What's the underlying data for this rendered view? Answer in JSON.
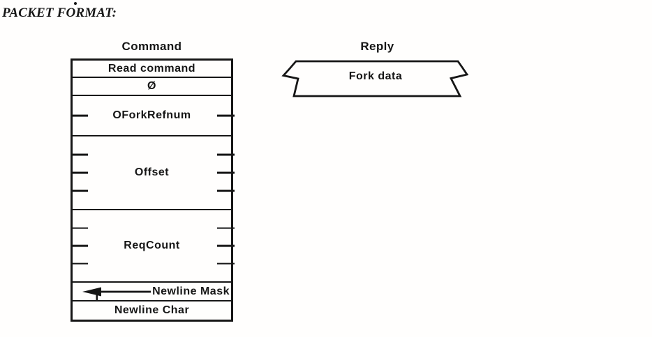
{
  "page": {
    "title": "PACKET FORMAT:"
  },
  "command": {
    "header": "Command",
    "rows": [
      {
        "label": "Read command",
        "ticks_per_side": 0
      },
      {
        "label": "Ø",
        "ticks_per_side": 0
      },
      {
        "label": "OForkRefnum",
        "ticks_per_side": 1
      },
      {
        "label": "Offset",
        "ticks_per_side": 3
      },
      {
        "label": "ReqCount",
        "ticks_per_side": 3
      },
      {
        "label": "Newline Mask",
        "ticks_per_side": 0,
        "has_left_arrow": true
      },
      {
        "label": "Newline Char",
        "ticks_per_side": 0
      }
    ]
  },
  "reply": {
    "header": "Reply",
    "box_label": "Fork data"
  },
  "colors": {
    "ink": "#161616",
    "paper": "#fffefd"
  }
}
